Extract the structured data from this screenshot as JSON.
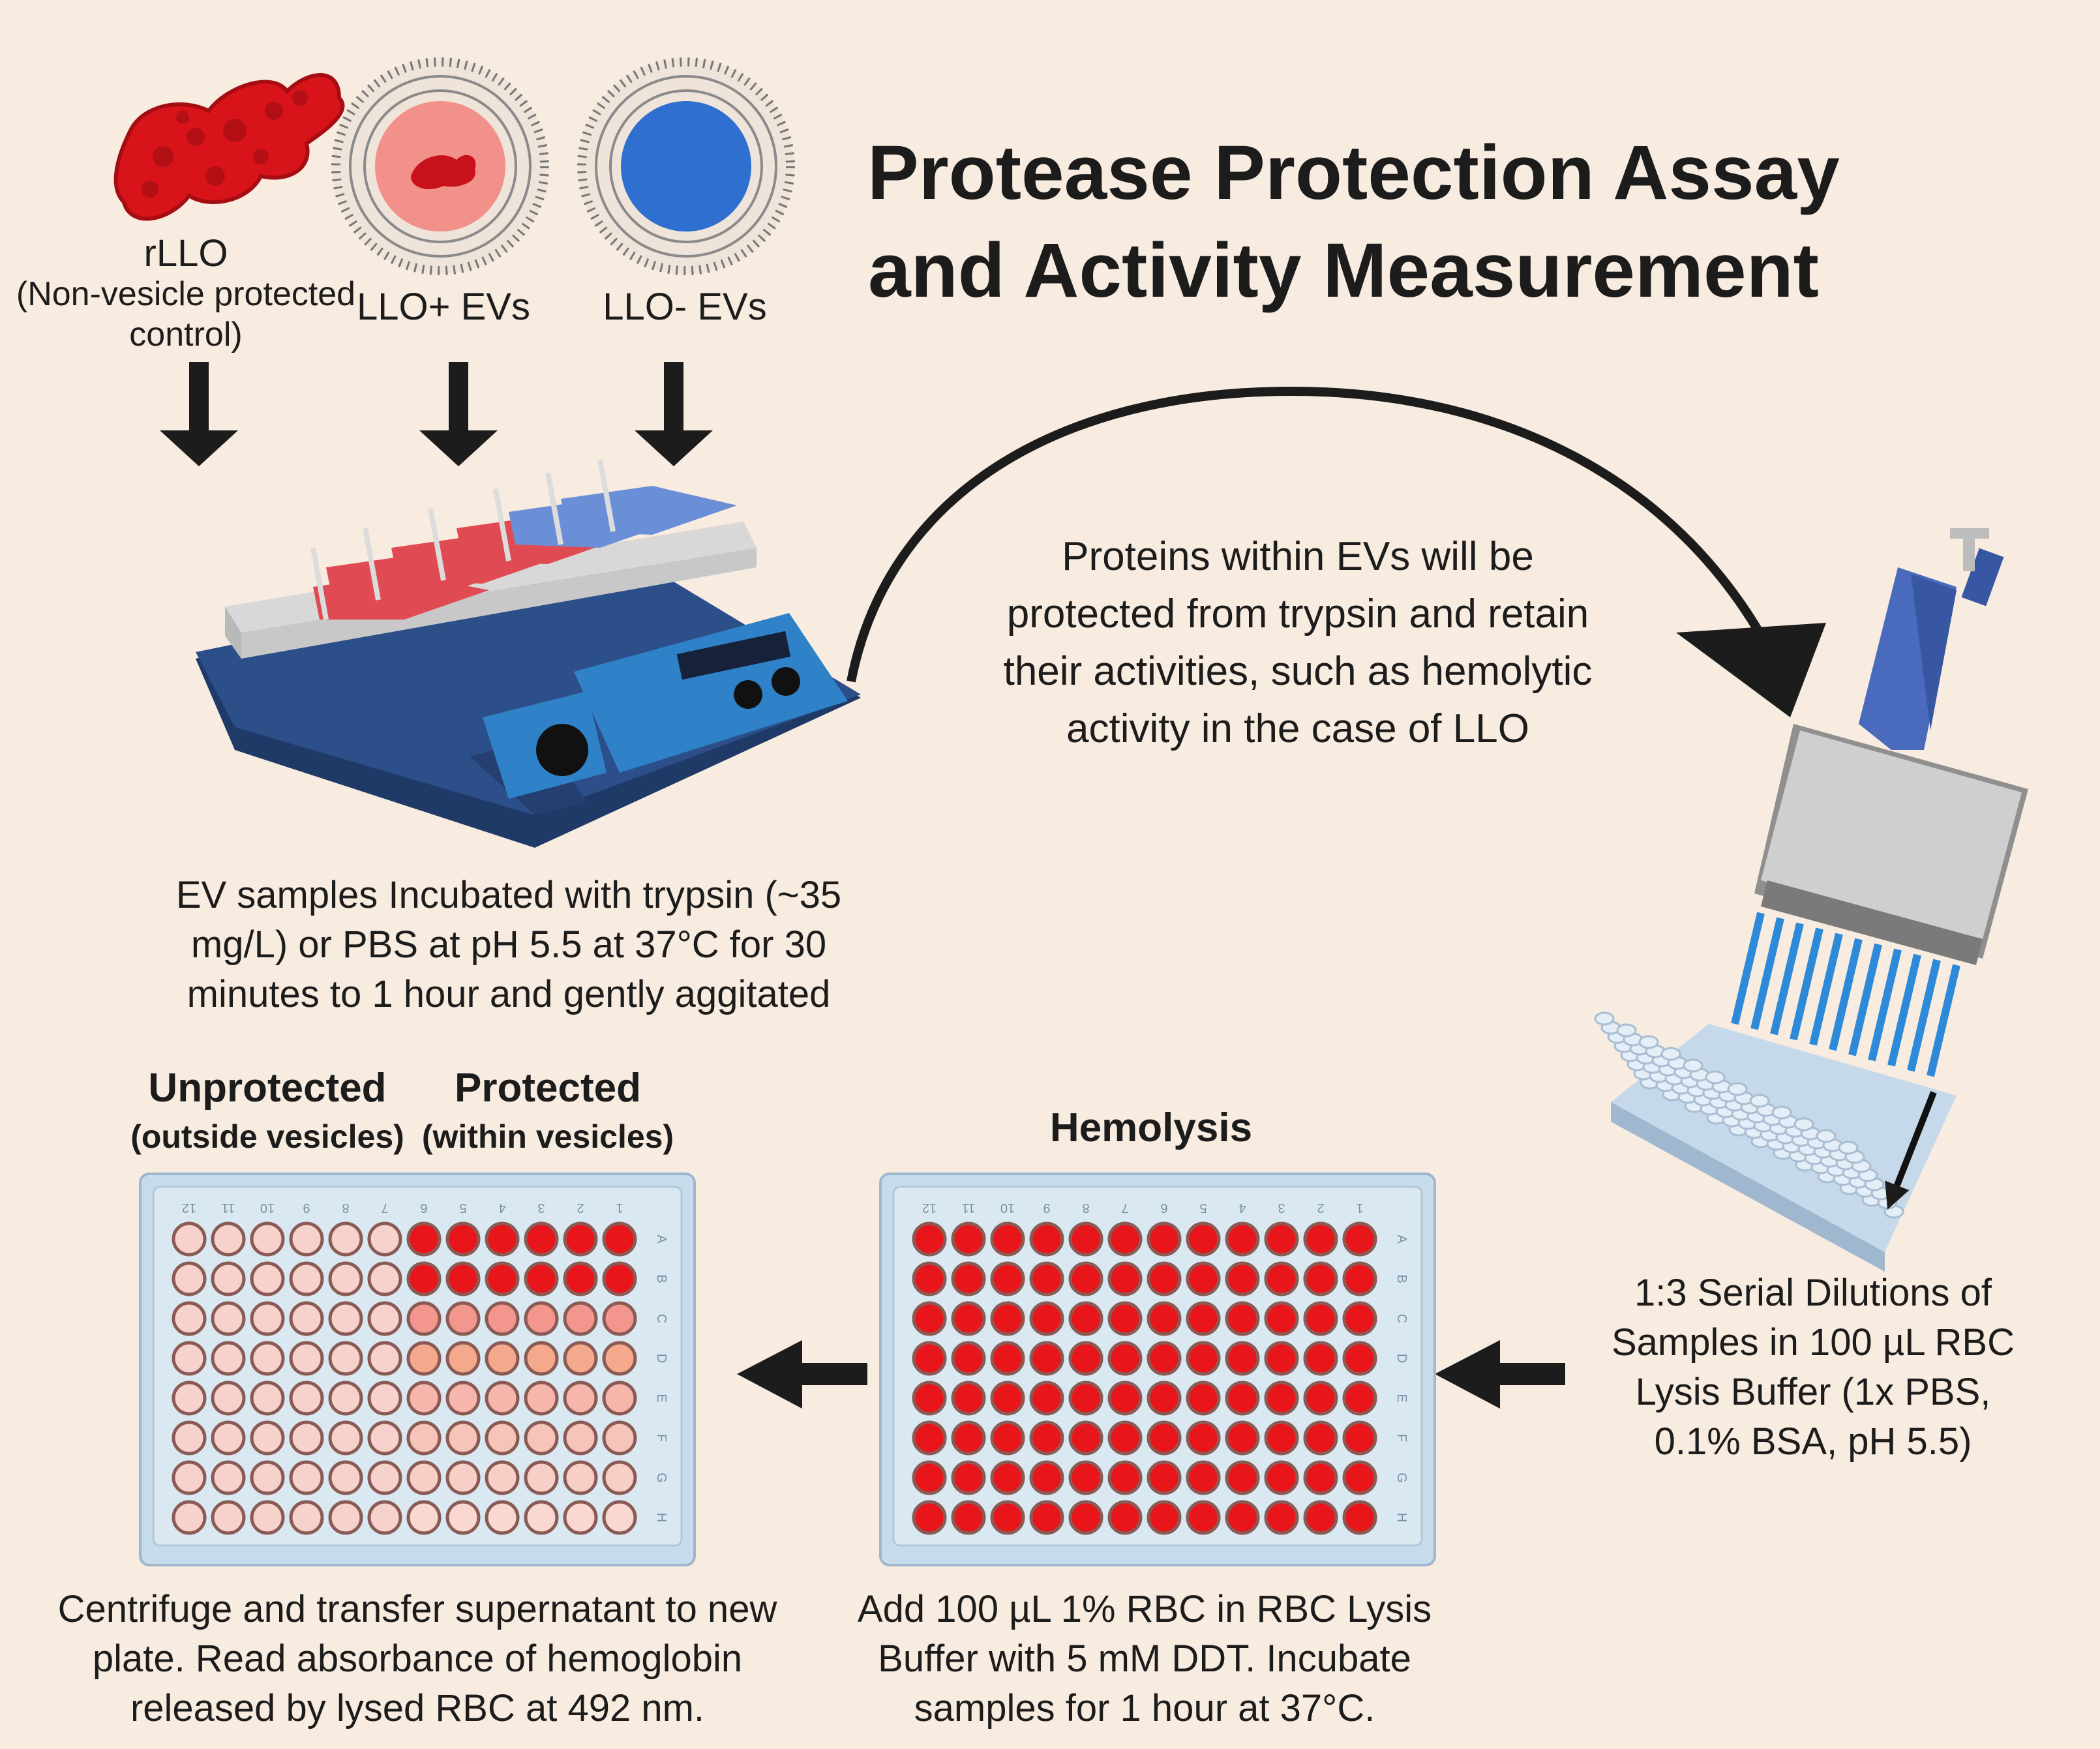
{
  "title": {
    "line1": "Protease Protection Assay",
    "line2": "and Activity Measurement"
  },
  "samples": {
    "rllo_name": "rLLO",
    "rllo_note1": "(Non-vesicle protected",
    "rllo_note2": "control)",
    "llo_pos": "LLO+ EVs",
    "llo_neg": "LLO- EVs"
  },
  "step_incubation": [
    "EV samples Incubated with trypsin (~35",
    "mg/L) or PBS at pH 5.5 at 37°C for 30",
    "minutes to 1 hour and gently aggitated"
  ],
  "protection_note": [
    "Proteins within EVs will be",
    "protected from trypsin and retain",
    "their activities, such as hemolytic",
    "activity in the case of LLO"
  ],
  "step_dilution": [
    "1:3 Serial Dilutions of",
    "Samples in 100 µL RBC",
    "Lysis Buffer (1x PBS,",
    "0.1% BSA, pH 5.5)"
  ],
  "hemolysis": {
    "title": "Hemolysis",
    "description": [
      "Add 100 µL 1% RBC in RBC Lysis",
      "Buffer with 5 mM DDT. Incubate",
      "samples for 1 hour at 37°C."
    ]
  },
  "readout": {
    "unprotected": "Unprotected",
    "unprotected_sub": "(outside vesicles)",
    "protected": "Protected",
    "protected_sub": "(within vesicles)",
    "description": [
      "Centrifuge and transfer supernatant to new",
      "plate. Read absorbance of hemoglobin",
      "released by lysed RBC at 492 nm."
    ]
  },
  "plate": {
    "column_labels": [
      "12",
      "11",
      "10",
      "9",
      "8",
      "7",
      "6",
      "5",
      "4",
      "3",
      "2",
      "1"
    ],
    "row_labels": [
      "A",
      "B",
      "C",
      "D",
      "E",
      "F",
      "G",
      "H"
    ]
  },
  "colors": {
    "background": "#f8ebdf",
    "blood_red": "#e8151b",
    "vesicle_blue": "#2f6fd0",
    "shaker_blue": "#2c4f8a",
    "arrow": "#1c1c1c"
  },
  "readout_row_colors": {
    "unprotected": [
      "#f7d2cc",
      "#f7d2cc",
      "#f7d2cc",
      "#f7d2cc",
      "#f7d2cc",
      "#f7d2cc",
      "#f7d2cc",
      "#f7d2cc"
    ],
    "protected": [
      "#e8151b",
      "#e8151b",
      "#f2968e",
      "#f4a98c",
      "#f6b6ac",
      "#f7c4ba",
      "#f7cfc6",
      "#f8d8d0"
    ]
  }
}
